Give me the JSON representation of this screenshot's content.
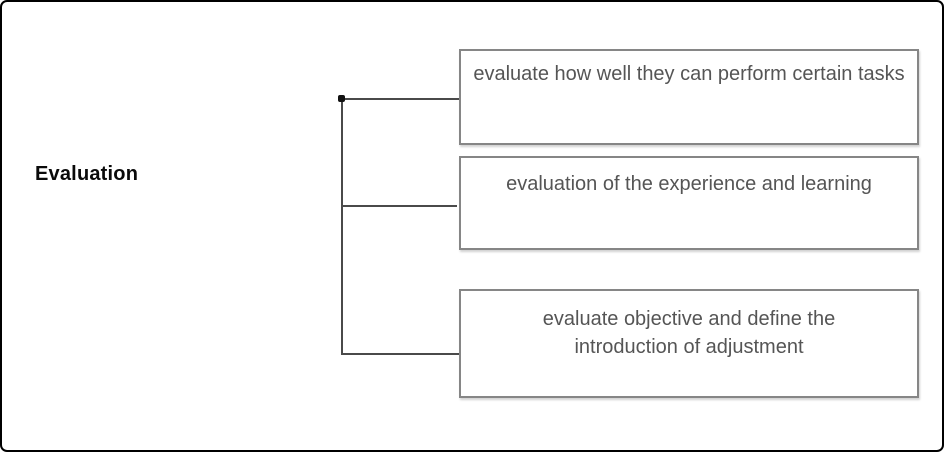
{
  "diagram": {
    "root_label": "Evaluation",
    "nodes": [
      {
        "label": "evaluate how well they can perform certain tasks"
      },
      {
        "label": "evaluation of the experience and learning"
      },
      {
        "label": "evaluate objective and define the introduction of adjustment"
      }
    ]
  },
  "colors": {
    "background": "#ffffff",
    "frame_border": "#000000",
    "box_border": "#868686",
    "box_text": "#555555",
    "connector": "#4a4a4a",
    "root_text": "#0a0a0a"
  }
}
